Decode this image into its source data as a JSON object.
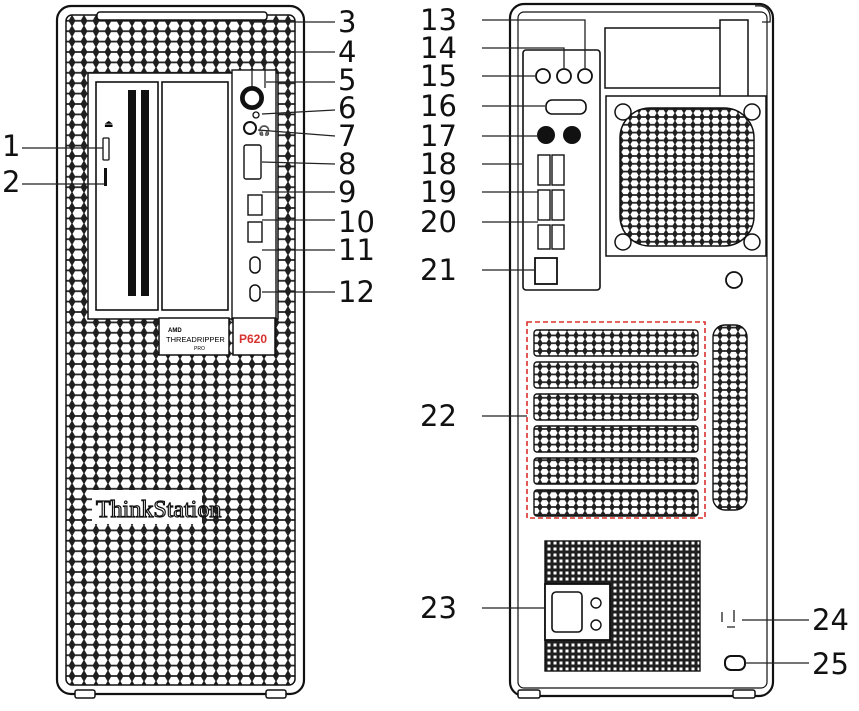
{
  "colors": {
    "outline": "#1a1a1a",
    "accent": "#d8322e",
    "body": "#ffffff"
  },
  "front": {
    "brand_text": "ThinkStation",
    "model_badge": "P620",
    "cpu_badge_top": "AMD",
    "cpu_badge_mid": "THREADRIPPER",
    "cpu_badge_bottom": "PRO"
  },
  "callouts": [
    {
      "id": "1",
      "label": "1"
    },
    {
      "id": "2",
      "label": "2"
    },
    {
      "id": "3",
      "label": "3"
    },
    {
      "id": "4",
      "label": "4"
    },
    {
      "id": "5",
      "label": "5"
    },
    {
      "id": "6",
      "label": "6"
    },
    {
      "id": "7",
      "label": "7"
    },
    {
      "id": "8",
      "label": "8"
    },
    {
      "id": "9",
      "label": "9"
    },
    {
      "id": "10",
      "label": "10"
    },
    {
      "id": "11",
      "label": "11"
    },
    {
      "id": "12",
      "label": "12"
    },
    {
      "id": "13",
      "label": "13"
    },
    {
      "id": "14",
      "label": "14"
    },
    {
      "id": "15",
      "label": "15"
    },
    {
      "id": "16",
      "label": "16"
    },
    {
      "id": "17",
      "label": "17"
    },
    {
      "id": "18",
      "label": "18"
    },
    {
      "id": "19",
      "label": "19"
    },
    {
      "id": "20",
      "label": "20"
    },
    {
      "id": "21",
      "label": "21"
    },
    {
      "id": "22",
      "label": "22"
    },
    {
      "id": "23",
      "label": "23"
    },
    {
      "id": "24",
      "label": "24"
    },
    {
      "id": "25",
      "label": "25"
    }
  ]
}
